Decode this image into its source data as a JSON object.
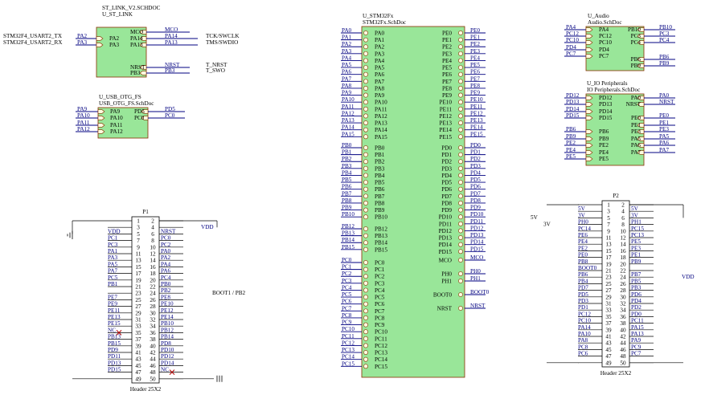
{
  "st_link": {
    "title": "ST_LINK_V2.SCHDOC",
    "name": "U_ST_LINK",
    "left_nets": [
      "STM32F4_USART2_TX",
      "STM32F4_USART2_RX"
    ],
    "left_wire_labels": [
      "PA2",
      "PA3"
    ],
    "left_pins": [
      "PA2",
      "PA3"
    ],
    "right_pins": [
      "PA14",
      "PA13"
    ],
    "right_wire_labels": [
      "PA14",
      "PA13"
    ],
    "right_nets": [
      "TCK/SWCLK",
      "TMS/SWDIO"
    ],
    "ports_top": [
      "MCO"
    ],
    "ports_top_labels": [
      "MCO"
    ],
    "ports_bottom": [
      "NRST",
      "PB3"
    ],
    "ports_bottom_labels": [
      "NRST",
      "PB3"
    ],
    "ports_bottom_nets": [
      "T_NRST",
      "T_SWO"
    ]
  },
  "usb": {
    "title": "U_USB_OTG_FS",
    "file": "USB_OTG_FS.SchDoc",
    "left_labels": [
      "PA9",
      "PA10",
      "PA11",
      "PA12"
    ],
    "left_pins": [
      "PA9",
      "PA10",
      "PA11",
      "PA12"
    ],
    "right_pins": [
      "PD5",
      "PC0"
    ],
    "right_labels": [
      "PD5",
      "PC0"
    ]
  },
  "mcu": {
    "title": "U_STM32Fx",
    "file": "STM32Fx.SchDoc",
    "left_a": [
      "PA0",
      "PA1",
      "PA2",
      "PA3",
      "PA4",
      "PA5",
      "PA6",
      "PA7",
      "PA8",
      "PA9",
      "PA10",
      "PA11",
      "PA12",
      "PA13",
      "PA14",
      "PA15"
    ],
    "left_b": [
      "PB0",
      "PB1",
      "PB2",
      "PB3",
      "PB4",
      "PB5",
      "PB6",
      "PB7",
      "PB8",
      "PB9",
      "PB10"
    ],
    "left_b2": [
      "PB12",
      "PB13",
      "PB14",
      "PB15"
    ],
    "left_c": [
      "PC0",
      "PC1",
      "PC2",
      "PC3",
      "PC4",
      "PC5",
      "PC6",
      "PC7",
      "PC8",
      "PC9",
      "PC10",
      "PC11",
      "PC12",
      "PC13",
      "PC14",
      "PC15"
    ],
    "right_e": [
      "PE0",
      "PE1",
      "PE2",
      "PE3",
      "PE4",
      "PE5",
      "PE6",
      "PE7",
      "PE8",
      "PE9",
      "PE10",
      "PE11",
      "PE12",
      "PE13",
      "PE14",
      "PE15"
    ],
    "right_d": [
      "PD0",
      "PD1",
      "PD2",
      "PD3",
      "PD4",
      "PD5",
      "PD6",
      "PD7",
      "PD8",
      "PD9",
      "PD10",
      "PD11",
      "PD12",
      "PD13",
      "PD14",
      "PD15"
    ],
    "right_misc": [
      "MCO",
      "PH0",
      "PH1",
      "BOOT0",
      "NRST"
    ]
  },
  "audio": {
    "title": "U_Audio",
    "file": "Audio.SchDoc",
    "left_labels": [
      "PA4",
      "PC12",
      "PC10",
      "PD4",
      "PC7"
    ],
    "left_pins": [
      "PA4",
      "PC12",
      "PC10",
      "PD4",
      "PC7"
    ],
    "right_pins": [
      "PB10",
      "PC3",
      "PC4",
      "PB6",
      "PB9"
    ],
    "right_labels": [
      "PB10",
      "PC3",
      "PC4",
      "PB6",
      "PB9"
    ]
  },
  "io": {
    "title": "U_IO Peripherals",
    "file": "IO Peripherals.SchDoc",
    "left_labels_a": [
      "PD12",
      "PD13",
      "PD14",
      "PD15"
    ],
    "left_pins_a": [
      "PD12",
      "PD13",
      "PD14",
      "PD15"
    ],
    "left_labels_b": [
      "PB6",
      "PB9",
      "PE2",
      "PE4",
      "PE5"
    ],
    "left_pins_b": [
      "PB6",
      "PB9",
      "PE2",
      "PE4",
      "PE5"
    ],
    "right_pins": [
      "PA0",
      "NRST",
      "PE0",
      "PE1",
      "PE3",
      "PA5",
      "PA6",
      "PA7"
    ],
    "right_labels": [
      "PA0",
      "NRST",
      "PE0",
      "PE1",
      "PE3",
      "PA5",
      "PA6",
      "PA7"
    ]
  },
  "p1": {
    "ref": "P1",
    "footer": "Header 25X2",
    "vdd": "VDD",
    "boot_label": "BOOT1 / PB2",
    "left": [
      "",
      "",
      "VDD",
      "PC1",
      "PC3",
      "PA1",
      "PA3",
      "PA5",
      "PA7",
      "PC5",
      "PB1",
      "",
      "PE7",
      "PE9",
      "PE11",
      "PE13",
      "PE15",
      "NC",
      "PB13",
      "PB15",
      "PD9",
      "PD11",
      "PD13",
      "PD15",
      ""
    ],
    "right": [
      "",
      "",
      "NRST",
      "PC0",
      "PC2",
      "PA0",
      "PA2",
      "PA4",
      "PA6",
      "PC4",
      "PB0",
      "PB2",
      "PE8",
      "PE10",
      "PE12",
      "PE14",
      "PB10",
      "PB12",
      "PB14",
      "PD8",
      "PD10",
      "PD12",
      "PD14",
      "NC",
      ""
    ]
  },
  "p2": {
    "ref": "P2",
    "footer": "Header 25X2",
    "vdd": "VDD",
    "left": [
      "",
      "5V",
      "3V",
      "PH0",
      "PC14",
      "PE6",
      "PE4",
      "PE2",
      "PE0",
      "PB8",
      "BOOT0",
      "PB6",
      "PB4",
      "PD7",
      "PD5",
      "PD3",
      "PD1",
      "PC12",
      "PC10",
      "PA14",
      "PA10",
      "PA8",
      "PC8",
      "PC6",
      ""
    ],
    "right": [
      "",
      "5V",
      "3V",
      "PH1",
      "PC15",
      "PC13",
      "PE5",
      "PE3",
      "PE1",
      "PB9",
      "",
      "PB7",
      "PB5",
      "PB3",
      "PD6",
      "PD4",
      "PD2",
      "PD0",
      "PC11",
      "PA15",
      "PA13",
      "PA9",
      "PC9",
      "PC7",
      ""
    ],
    "supply_left": [
      "5V",
      "3V"
    ]
  }
}
